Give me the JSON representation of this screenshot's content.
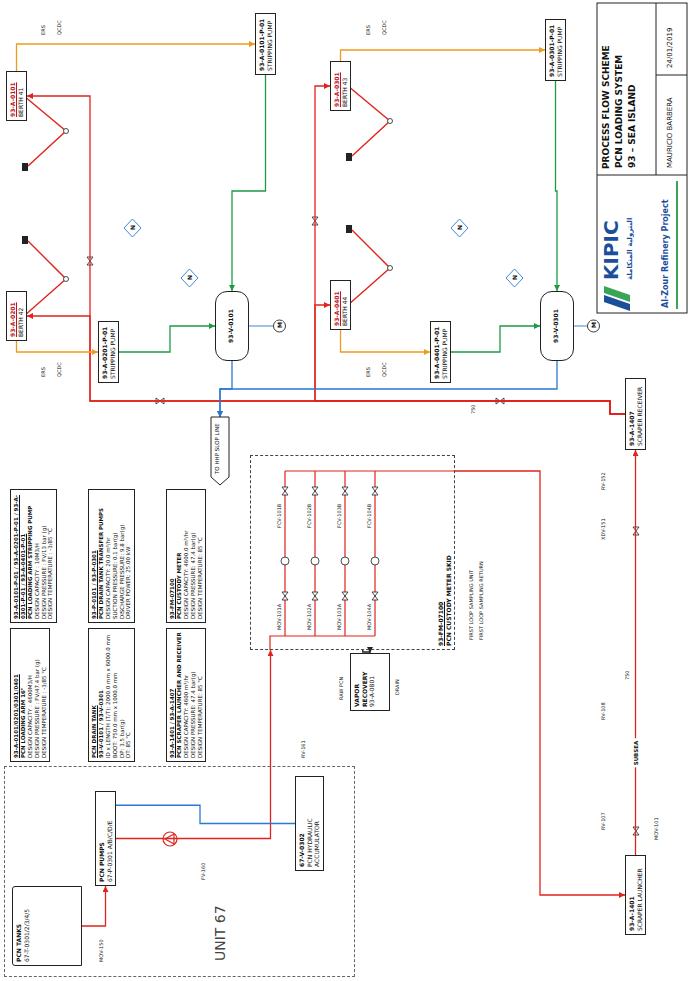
{
  "diagram": {
    "title": "PROCESS FLOW SCHEME",
    "nodes": [
      {
        "text": [
          "UNIT 67"
        ]
      },
      {
        "text": [
          "PCN TANKS",
          "67-T-0301/2/3/4/5"
        ],
        "in": 0
      },
      {
        "text": [
          "PCN PUMPS",
          "67-P-0301 A/B/C/D/E"
        ],
        "in": 0
      },
      {
        "text": [
          "67-V-0302",
          "PCN HYDRAULIC ACCUMULATOR"
        ],
        "in": 0
      },
      {
        "text": [
          "VAPOR RECOVERY",
          "93-A-0801"
        ]
      },
      {
        "text": [
          "93-FM-07100",
          "PCN CUSTODY METER SKID"
        ]
      },
      {
        "text": [
          "93-A-1401",
          "SCRAPER LAUNCHER"
        ]
      },
      {
        "text": [
          "93-A-1407",
          "SCRAPER RECEIVER"
        ]
      },
      {
        "text": [
          "93-V-0101"
        ]
      },
      {
        "text": [
          "93-V-0301"
        ]
      },
      {
        "text": [
          "93-A-0101",
          "BERTH 41"
        ]
      },
      {
        "text": [
          "93-A-0201",
          "BERTH 42"
        ]
      },
      {
        "text": [
          "93-A-0301",
          "BERTH 43"
        ]
      },
      {
        "text": [
          "93-A-0401",
          "BERTH 44"
        ]
      },
      {
        "text": [
          "93-A-0101-P-01",
          "STRIPPING PUMP"
        ]
      },
      {
        "text": [
          "93-A-0201-P-01",
          "STRIPPING PUMP"
        ]
      },
      {
        "text": [
          "93-A-0301-P-01",
          "STRIPPING PUMP"
        ]
      },
      {
        "text": [
          "93-A-0401-P-01",
          "STRIPPING PUMP"
        ]
      },
      {
        "text": [
          "TO HHP SLOP LINE"
        ]
      },
      {
        "text": [
          "93-A-0101/0201/0301/0401",
          "PCN LOADING ARM 16\"",
          "DESIGN CAPACITY : 4600M3/H",
          "DESIGN PRESSURE : FV/47.4 bar (g)",
          "DESIGN TEMPERATURE : -3/85 °C"
        ]
      },
      {
        "text": [
          "93-A-0101-P-01 / 93-A-0201-P-01 / 93-A-0301-P-01 / 93-A-0401-P-01",
          "PCN LOADING ARM STRIPPING PUMP",
          "DESIGN CAPACITY : 10M3/H",
          "DESIGN PRESSURE : FV/13 bar (g)",
          "DESIGN TEMPERATURE : -3/85 °C"
        ]
      },
      {
        "text": [
          "PCN DRAIN TANK",
          "93-V-0101 / 93-V-0301",
          "ID x LENGTH (T/T): 2000.0 mm x 6000.0 mm",
          "BOOT: 750.0 mm x 1000.0 mm",
          "DP: 3.5 bar(g)",
          "DT: 85 °C"
        ]
      },
      {
        "text": [
          "93-P-0101 / 93-P-0301",
          "PCN DRAIN TANK TRANSFER PUMPS",
          "DESIGN CAPACITY: 20.0 m³/hr",
          "SUCTION PRESSURE: 0.1 bar(g)",
          "DISCHARGE PRESSURE: 9.8 bar(g)",
          "DRIVER POWER: 25.00 kW"
        ]
      },
      {
        "text": [
          "93-A-1401 / 93-A-1407",
          "PCN SCRAPER LAUNCHER AND RECEIVER",
          "DESIGN CAPACITY: 4600 m³/hr",
          "DESIGN PRESSURE: 47.4 bar(g)",
          "DESIGN TEMPERATURE: 85 °C"
        ]
      },
      {
        "text": [
          "93-FM-07100",
          "PCN CUSTODY METER",
          "DESIGN CAPACITY: 4600.0 m³/hr",
          "DESIGN PRESSURE: 47.4 bar(g)",
          "DESIGN TEMPERATURE: 85 °C"
        ]
      }
    ],
    "edges": [
      {
        "from": 1,
        "to": 2,
        "arrow": "to"
      },
      {
        "from": 2,
        "to": 5,
        "arrow": "to"
      },
      {
        "from": 5,
        "to": 4,
        "arrow": "to"
      },
      {
        "from": 5,
        "to": 6,
        "arrow": "to"
      },
      {
        "from": 6,
        "to": 7,
        "label": "SUBSEA",
        "arrow": "to"
      },
      {
        "from": 7,
        "to": 11,
        "arrow": "to"
      },
      {
        "from": 7,
        "to": 10,
        "arrow": "to"
      },
      {
        "from": 7,
        "to": 13,
        "arrow": "to"
      },
      {
        "from": 7,
        "to": 12,
        "arrow": "to"
      },
      {
        "from": 11,
        "to": 15,
        "arrow": "to"
      },
      {
        "from": 10,
        "to": 14,
        "arrow": "to"
      },
      {
        "from": 13,
        "to": 17,
        "arrow": "to"
      },
      {
        "from": 12,
        "to": 16,
        "arrow": "to"
      },
      {
        "from": 15,
        "to": 8,
        "arrow": "to"
      },
      {
        "from": 14,
        "to": 8,
        "arrow": "to"
      },
      {
        "from": 17,
        "to": 9,
        "arrow": "to"
      },
      {
        "from": 16,
        "to": 9,
        "arrow": "to"
      },
      {
        "from": 8,
        "to": 18,
        "arrow": "to"
      },
      {
        "from": 9,
        "to": 18,
        "arrow": "to"
      },
      {
        "from": 3,
        "to": 2,
        "arrow": "none"
      }
    ],
    "labels": [
      "PCN LOADING SYSTEM",
      "93 – SEA ISLAND",
      "KIPIC",
      "البترولية المتكاملة",
      "Al-Zour Refinery Project",
      "MAURICIO BARBERA",
      "24/01/2019",
      "ERS",
      "QCDC",
      "ERS",
      "QCDC",
      "ERS",
      "QCDC",
      "ERS",
      "QCDC",
      "N",
      "N",
      "N",
      "N",
      "M",
      "M",
      "750",
      "750",
      "RAW PCN",
      "DRAIN",
      "FIRST LOOP SAMPLING UNIT",
      "FIRST LOOP SAMPLING RETURN",
      "FCV-101B",
      "FCV-102B",
      "FCV-103B",
      "FCV-104B",
      "MOV-101A",
      "MOV-102A",
      "MOV-103A",
      "MOV-104A",
      "FV-160",
      "MOV-150",
      "RV-161",
      "RV-107",
      "RV-108",
      "MOV-101",
      "XDV-151",
      "RV-152"
    ]
  }
}
